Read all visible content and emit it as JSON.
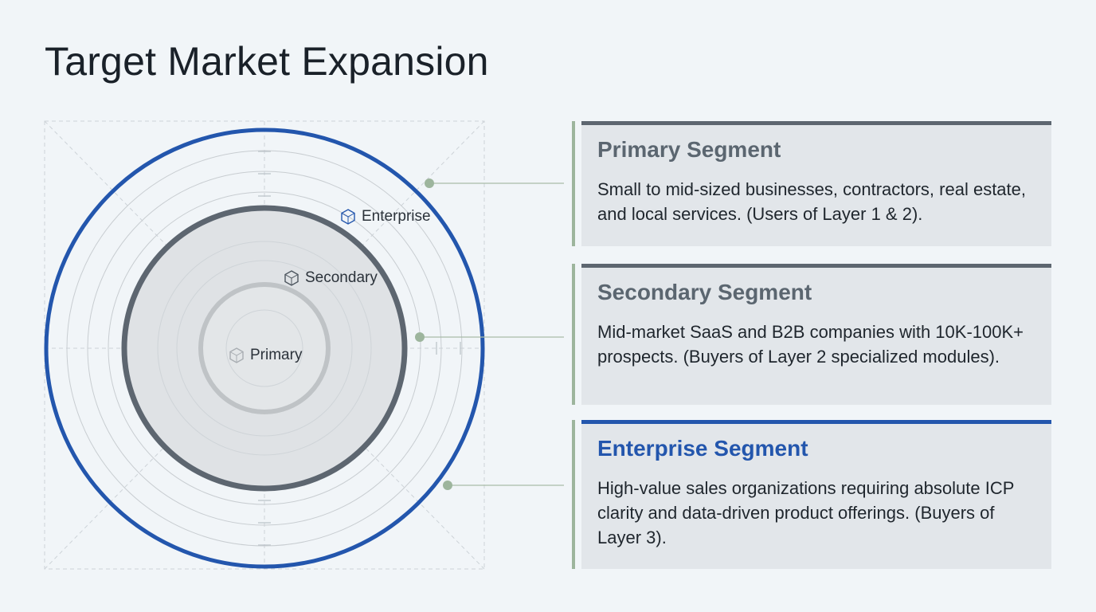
{
  "page": {
    "title": "Target Market Expansion"
  },
  "diagram": {
    "rings": [
      {
        "label": "Primary",
        "icon": "hexagon-gem-icon",
        "color": "#bfc3c6"
      },
      {
        "label": "Secondary",
        "icon": "hexagon-gem-icon",
        "color": "#5d6670"
      },
      {
        "label": "Enterprise",
        "icon": "hexagon-gem-icon",
        "color": "#2356ad"
      }
    ],
    "connector_color": "#9db59d"
  },
  "segments": [
    {
      "title": "Primary Segment",
      "description": "Small to mid-sized businesses, contractors, real estate, and local services. (Users of Layer 1 & 2)."
    },
    {
      "title": "Secondary Segment",
      "description": "Mid-market SaaS and B2B companies with 10K-100K+ prospects. (Buyers of Layer 2 specialized modules)."
    },
    {
      "title": "Enterprise Segment",
      "description": "High-value sales organizations requiring absolute ICP clarity and data-driven product offerings. (Buyers of Layer 3)."
    }
  ]
}
